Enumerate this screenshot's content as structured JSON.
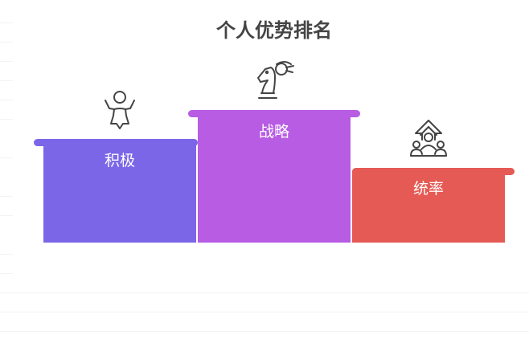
{
  "title": "个人优势排名",
  "podium": [
    {
      "rank": 2,
      "label": "积极",
      "color": "#7b66e8",
      "icon": "celebrating-person-icon"
    },
    {
      "rank": 1,
      "label": "战略",
      "color": "#b75ce3",
      "icon": "chess-knight-strategy-icon"
    },
    {
      "rank": 3,
      "label": "统率",
      "color": "#e55a54",
      "icon": "team-leadership-arrow-icon"
    }
  ]
}
